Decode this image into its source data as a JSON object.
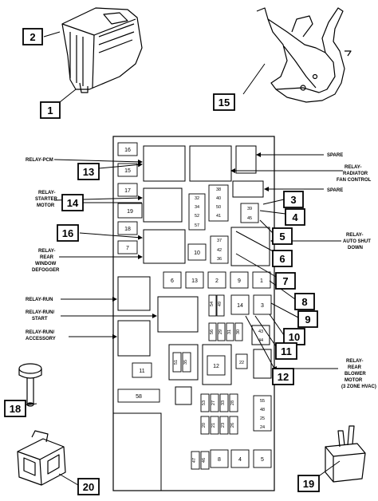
{
  "callouts": [
    "1",
    "2",
    "3",
    "4",
    "5",
    "6",
    "7",
    "8",
    "9",
    "10",
    "11",
    "12",
    "13",
    "14",
    "15",
    "16",
    "18",
    "19",
    "20"
  ],
  "labels": {
    "relay_pcm": "RELAY-PCM",
    "relay_starter": [
      "RELAY-",
      "STARTER",
      "MOTOR"
    ],
    "relay_rear_defogger": [
      "RELAY-",
      "REAR",
      "WINDOW",
      "DEFOGGER"
    ],
    "relay_run": "RELAY-RUN",
    "relay_run_start": [
      "RELAY-RUN/",
      "START"
    ],
    "relay_run_accessory": [
      "RELAY-RUN/",
      "ACCESSORY"
    ],
    "spare_1": "SPARE",
    "relay_radiator": [
      "RELAY-",
      "RADIATOR",
      "FAN CONTROL"
    ],
    "spare_2": "SPARE",
    "relay_asd": [
      "RELAY-",
      "AUTO SHUT",
      "DOWN"
    ],
    "relay_blower": [
      "RELAY-",
      "REAR",
      "BLOWER",
      "MOTOR",
      "(3 ZONE HVAC)"
    ]
  },
  "fuse_numbers": {
    "f16": "16",
    "f15": "15",
    "f17": "17",
    "f19": "19",
    "f18": "18",
    "f7": "7",
    "f38": "38",
    "f40": "40",
    "f50": "50",
    "f41": "41",
    "f32": "32",
    "f34": "34",
    "f52": "52",
    "f57": "57",
    "f39": "39",
    "f45": "45",
    "f37": "37",
    "f42": "42",
    "f36": "36",
    "f10": "10",
    "f6": "6",
    "f13": "13",
    "f2": "2",
    "f9": "9",
    "f1": "1",
    "f54": "54",
    "f49": "49",
    "f14": "14",
    "f3": "3",
    "f56": "56",
    "f29": "29",
    "f31": "31",
    "f30": "30",
    "f43": "43",
    "f44": "44",
    "f51": "51",
    "f35": "35",
    "f12": "12",
    "f22": "22",
    "f11": "11",
    "f58": "58",
    "f53": "53",
    "f27": "27",
    "f33": "33",
    "f28": "28",
    "f20": "20",
    "f21": "21",
    "f23": "23",
    "f26": "26",
    "f55": "55",
    "f48": "48",
    "f25": "25",
    "f24": "24",
    "f47": "47",
    "f46": "46",
    "f8": "8",
    "f4": "4",
    "f5": "5"
  }
}
